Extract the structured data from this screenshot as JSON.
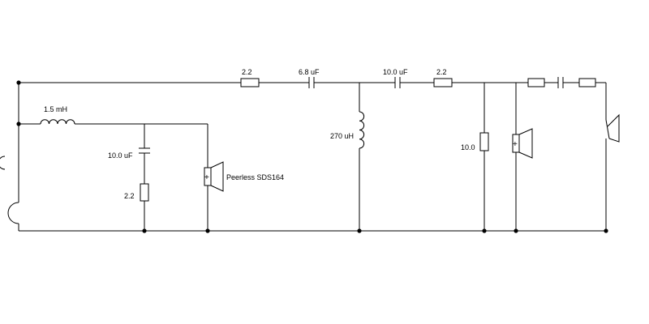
{
  "diagram": {
    "inductors": [
      {
        "id": "L1",
        "label": "1.5 mH"
      },
      {
        "id": "L2",
        "label": "270 uH"
      }
    ],
    "capacitors": [
      {
        "id": "C1",
        "label": "10.0 uF"
      },
      {
        "id": "C2",
        "label": "6.8 uF"
      },
      {
        "id": "C3",
        "label": "10.0 uF"
      },
      {
        "id": "C4",
        "label": ""
      }
    ],
    "resistors": [
      {
        "id": "R1",
        "label": "2.2"
      },
      {
        "id": "R2",
        "label": "2.2"
      },
      {
        "id": "R3",
        "label": "2.2"
      },
      {
        "id": "R4",
        "label": "10.0"
      },
      {
        "id": "R5",
        "label": ""
      },
      {
        "id": "R6",
        "label": ""
      }
    ],
    "speakers": [
      {
        "id": "SP1",
        "label": "Peerless SDS164",
        "polarity": "+"
      },
      {
        "id": "SP2",
        "label": "",
        "polarity": "+"
      },
      {
        "id": "SP3",
        "label": "",
        "polarity": ""
      }
    ]
  }
}
